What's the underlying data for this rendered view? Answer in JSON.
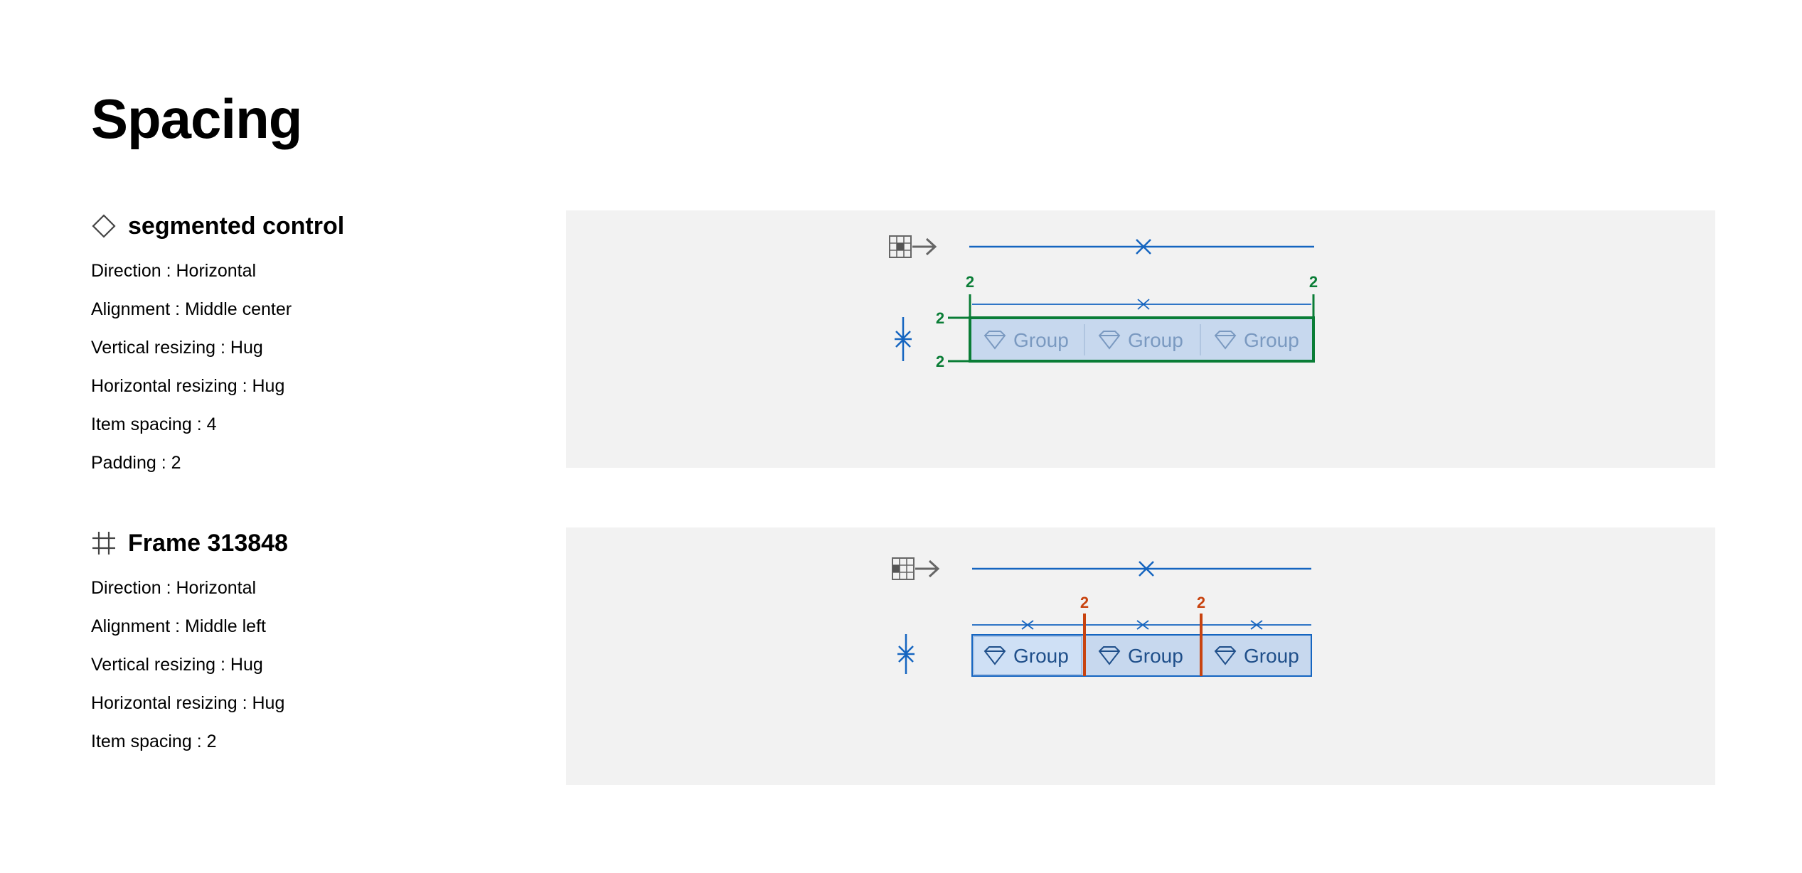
{
  "page": {
    "title": "Spacing"
  },
  "colors": {
    "blue": "#1565c0",
    "green": "#0a7d36",
    "orange": "#c8430f",
    "panel": "#f2f2f2",
    "segment_fill": "#c7d8ee"
  },
  "sections": [
    {
      "icon": "component-diamond-icon",
      "title": "segmented control",
      "properties": [
        {
          "key": "Direction",
          "value": "Horizontal"
        },
        {
          "key": "Alignment",
          "value": "Middle center"
        },
        {
          "key": "Vertical resizing",
          "value": "Hug"
        },
        {
          "key": "Horizontal resizing",
          "value": "Hug"
        },
        {
          "key": "Item spacing",
          "value": "4"
        },
        {
          "key": "Padding",
          "value": "2"
        }
      ],
      "diagram": {
        "segments": [
          "Group",
          "Group",
          "Group"
        ],
        "padding_label": "2",
        "padding_top": "2",
        "padding_bottom": "2",
        "padding_left": "2",
        "padding_right": "2"
      }
    },
    {
      "icon": "frame-hash-icon",
      "title": "Frame 313848",
      "properties": [
        {
          "key": "Direction",
          "value": "Horizontal"
        },
        {
          "key": "Alignment",
          "value": "Middle left"
        },
        {
          "key": "Vertical resizing",
          "value": "Hug"
        },
        {
          "key": "Horizontal resizing",
          "value": "Hug"
        },
        {
          "key": "Item spacing",
          "value": "2"
        }
      ],
      "diagram": {
        "segments": [
          "Group",
          "Group",
          "Group"
        ],
        "gap_1": "2",
        "gap_2": "2"
      }
    }
  ]
}
